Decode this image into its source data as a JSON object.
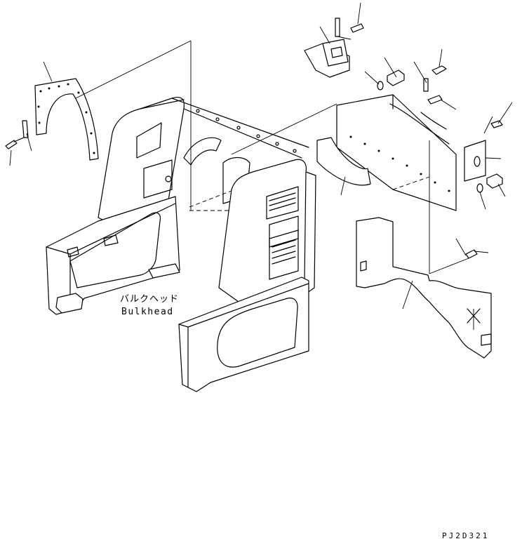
{
  "diagram": {
    "part_label_jp": "バルクヘッド",
    "part_label_en": "Bulkhead",
    "drawing_code": "PJ2D321"
  }
}
